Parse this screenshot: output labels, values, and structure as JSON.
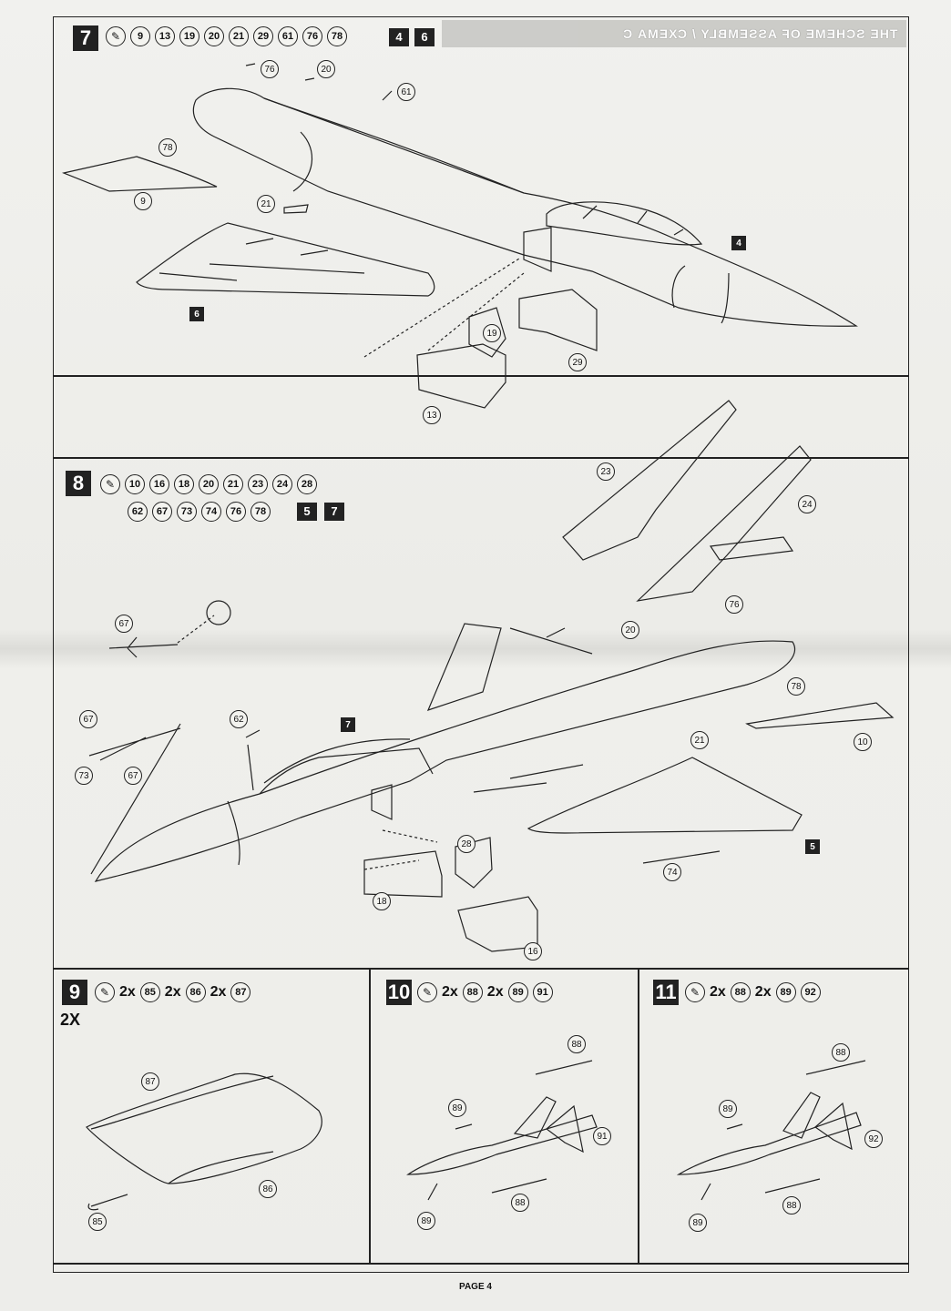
{
  "header": {
    "mirrored_title": "THE SCHEME OF ASSEMBLY / СХЕМА С"
  },
  "steps": {
    "s7": {
      "number": "7",
      "parts": [
        "9",
        "13",
        "19",
        "20",
        "21",
        "29",
        "61",
        "76",
        "78"
      ],
      "components": [
        "4",
        "6"
      ]
    },
    "s8": {
      "number": "8",
      "parts_row1": [
        "10",
        "16",
        "18",
        "20",
        "21",
        "23",
        "24",
        "28"
      ],
      "parts_row2": [
        "62",
        "67",
        "73",
        "74",
        "76",
        "78"
      ],
      "components": [
        "5",
        "7"
      ]
    },
    "s9": {
      "number": "9",
      "mult": "2x",
      "parts": [
        "85",
        "86",
        "87"
      ],
      "qty_note": "2X"
    },
    "s10": {
      "number": "10",
      "mult": "2x",
      "parts_mult": [
        "88",
        "89"
      ],
      "parts_single": [
        "91"
      ]
    },
    "s11": {
      "number": "11",
      "mult": "2x",
      "parts_mult": [
        "88",
        "89"
      ],
      "parts_single": [
        "92"
      ]
    }
  },
  "callouts": {
    "s7": {
      "c76": "76",
      "c20": "20",
      "c61": "61",
      "c78": "78",
      "c9": "9",
      "c21": "21",
      "c19": "19",
      "c29": "29",
      "c13": "13",
      "t4": "4",
      "t6": "6"
    },
    "s8": {
      "c23": "23",
      "c24": "24",
      "c76": "76",
      "c20": "20",
      "c78": "78",
      "c10": "10",
      "c21": "21",
      "c67a": "67",
      "c67b": "67",
      "c67c": "67",
      "c73": "73",
      "c62": "62",
      "c28": "28",
      "c18": "18",
      "c16": "16",
      "c74": "74",
      "t7": "7",
      "t5": "5"
    },
    "s9": {
      "c87": "87",
      "c86": "86",
      "c85": "85"
    },
    "s10": {
      "c88a": "88",
      "c89a": "89",
      "c91": "91",
      "c88b": "88",
      "c89b": "89"
    },
    "s11": {
      "c88a": "88",
      "c89a": "89",
      "c92": "92",
      "c88b": "88",
      "c89b": "89"
    }
  },
  "footer": {
    "page": "PAGE 4"
  }
}
